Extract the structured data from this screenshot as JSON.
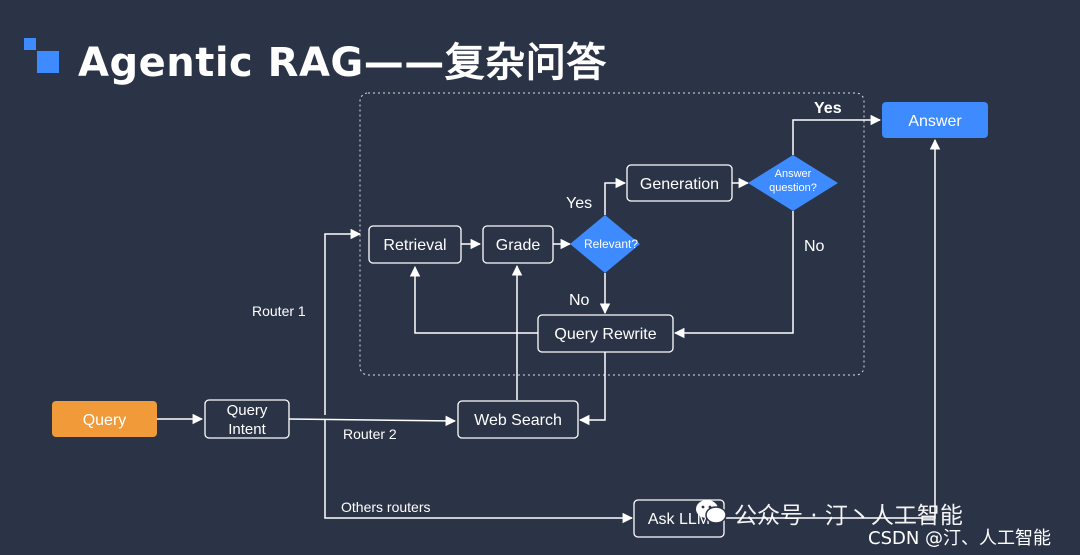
{
  "title": "Agentic RAG——复杂问答",
  "colors": {
    "background": "#2b3347",
    "accent_blue": "#3d8bff",
    "query_orange": "#f09a3a",
    "line": "#ffffff"
  },
  "nodes": {
    "query": "Query",
    "query_intent": "Query Intent",
    "retrieval": "Retrieval",
    "grade": "Grade",
    "relevant": "Relevant?",
    "generation": "Generation",
    "answer_question": "Answer question?",
    "answer": "Answer",
    "query_rewrite": "Query Rewrite",
    "web_search": "Web Search",
    "ask_llm": "Ask LLM"
  },
  "labels": {
    "yes_relevant": "Yes",
    "no_relevant": "No",
    "yes_answer": "Yes",
    "no_answer": "No",
    "router1": "Router 1",
    "router2": "Router 2",
    "others": "Others routers"
  },
  "watermark": {
    "wechat": "公众号 · 汀丶人工智能",
    "csdn": "CSDN @汀、人工智能"
  }
}
